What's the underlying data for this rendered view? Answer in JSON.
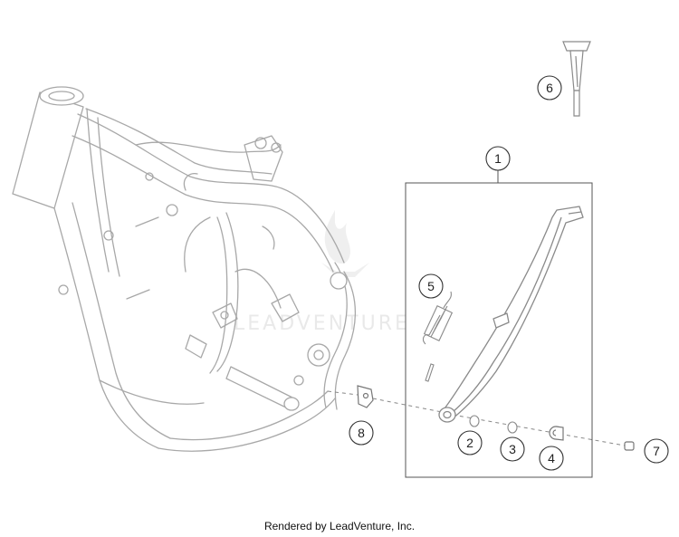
{
  "diagram": {
    "callouts": [
      {
        "label": "1",
        "part": "stand-assembly"
      },
      {
        "label": "2",
        "part": "washer-small"
      },
      {
        "label": "3",
        "part": "washer-large"
      },
      {
        "label": "4",
        "part": "bushing"
      },
      {
        "label": "5",
        "part": "spring"
      },
      {
        "label": "6",
        "part": "tool"
      },
      {
        "label": "7",
        "part": "bolt"
      },
      {
        "label": "8",
        "part": "bracket"
      }
    ],
    "watermark": "LEADVENTURE"
  },
  "footer": {
    "credit": "Rendered by LeadVenture, Inc."
  },
  "colors": {
    "line": "#a8a8a8",
    "ink": "#222222",
    "watermark": "#d8d8d8"
  }
}
